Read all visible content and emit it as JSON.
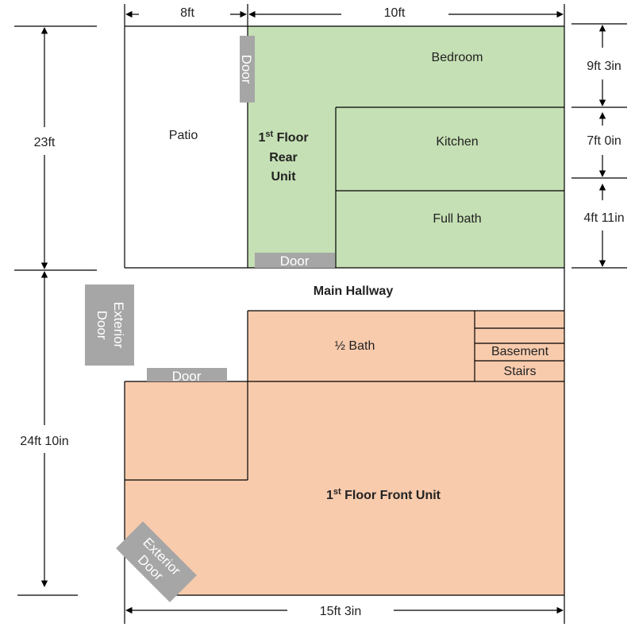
{
  "colors": {
    "rear_unit": "#c5e0b4",
    "front_unit": "#f8cbad",
    "door": "#a6a6a6",
    "line": "#000000"
  },
  "rooms": {
    "patio": "Patio",
    "bedroom": "Bedroom",
    "kitchen": "Kitchen",
    "full_bath": "Full bath",
    "half_bath": "½ Bath",
    "main_hallway": "Main Hallway",
    "basement": "Basement",
    "stairs": "Stairs"
  },
  "units": {
    "rear": {
      "ordinal": "1",
      "sup": "st",
      "line1_rest": " Floor",
      "line2": "Rear",
      "line3": "Unit"
    },
    "front": {
      "ordinal": "1",
      "sup": "st",
      "rest": " Floor Front Unit"
    }
  },
  "doors": {
    "patio_door": "Door",
    "rear_unit_door": "Door",
    "front_unit_door": "Door",
    "exterior_side_line1": "Exterior",
    "exterior_side_line2": "Door",
    "exterior_corner_line1": "Exterior",
    "exterior_corner_line2": "Door"
  },
  "dimensions": {
    "top_left": "8ft",
    "top_right": "10ft",
    "left_upper": "23ft",
    "left_lower": "24ft 10in",
    "bottom": "15ft 3in",
    "right_bedroom": "9ft 3in",
    "right_kitchen": "7ft 0in",
    "right_bath": "4ft 11in"
  }
}
